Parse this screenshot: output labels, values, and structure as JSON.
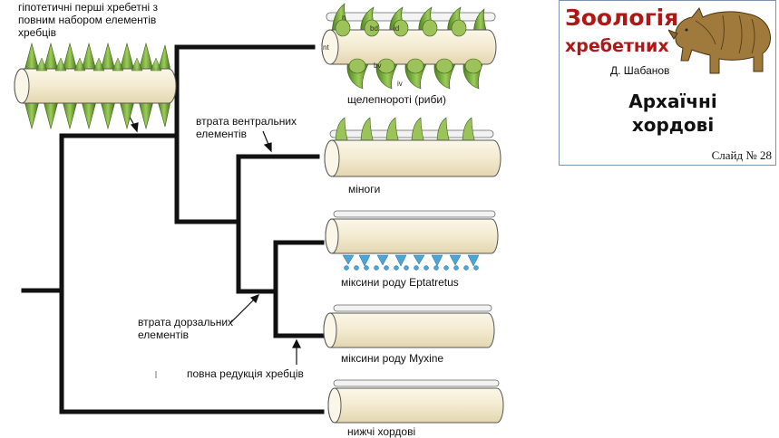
{
  "header": {
    "course_title": "Зоологія",
    "course_subtitle": "хребетних",
    "author": "Д. Шабанов",
    "lecture_title": "Архаїчні хордові",
    "slide_number": "Слайд № 28"
  },
  "diagram": {
    "ancestor_label": "гіпотетичні перші хребетні з повним набором елементів хребців",
    "taxa": {
      "gnathostomes": "щелепнороті (риби)",
      "lampreys": "міноги",
      "eptatretus": "міксини роду Eptatretus",
      "myxine": "міксини роду Myxine",
      "lower": "нижчі хордові"
    },
    "events": {
      "ventral_loss": "втрата вентральних елементів",
      "dorsal_loss": "втрата дорзальних елементів",
      "full_reduction": "повна редукція хребців"
    },
    "vertebra_part_labels": [
      "n",
      "nt",
      "bd",
      "id",
      "bv",
      "iv"
    ]
  },
  "colors": {
    "tree_line": "#111111",
    "notochord_fill": "#f6f0dc",
    "cartilage_green": "#8fb84a",
    "hagfish_blue": "#4aa6d6",
    "title_red": "#b01818"
  }
}
